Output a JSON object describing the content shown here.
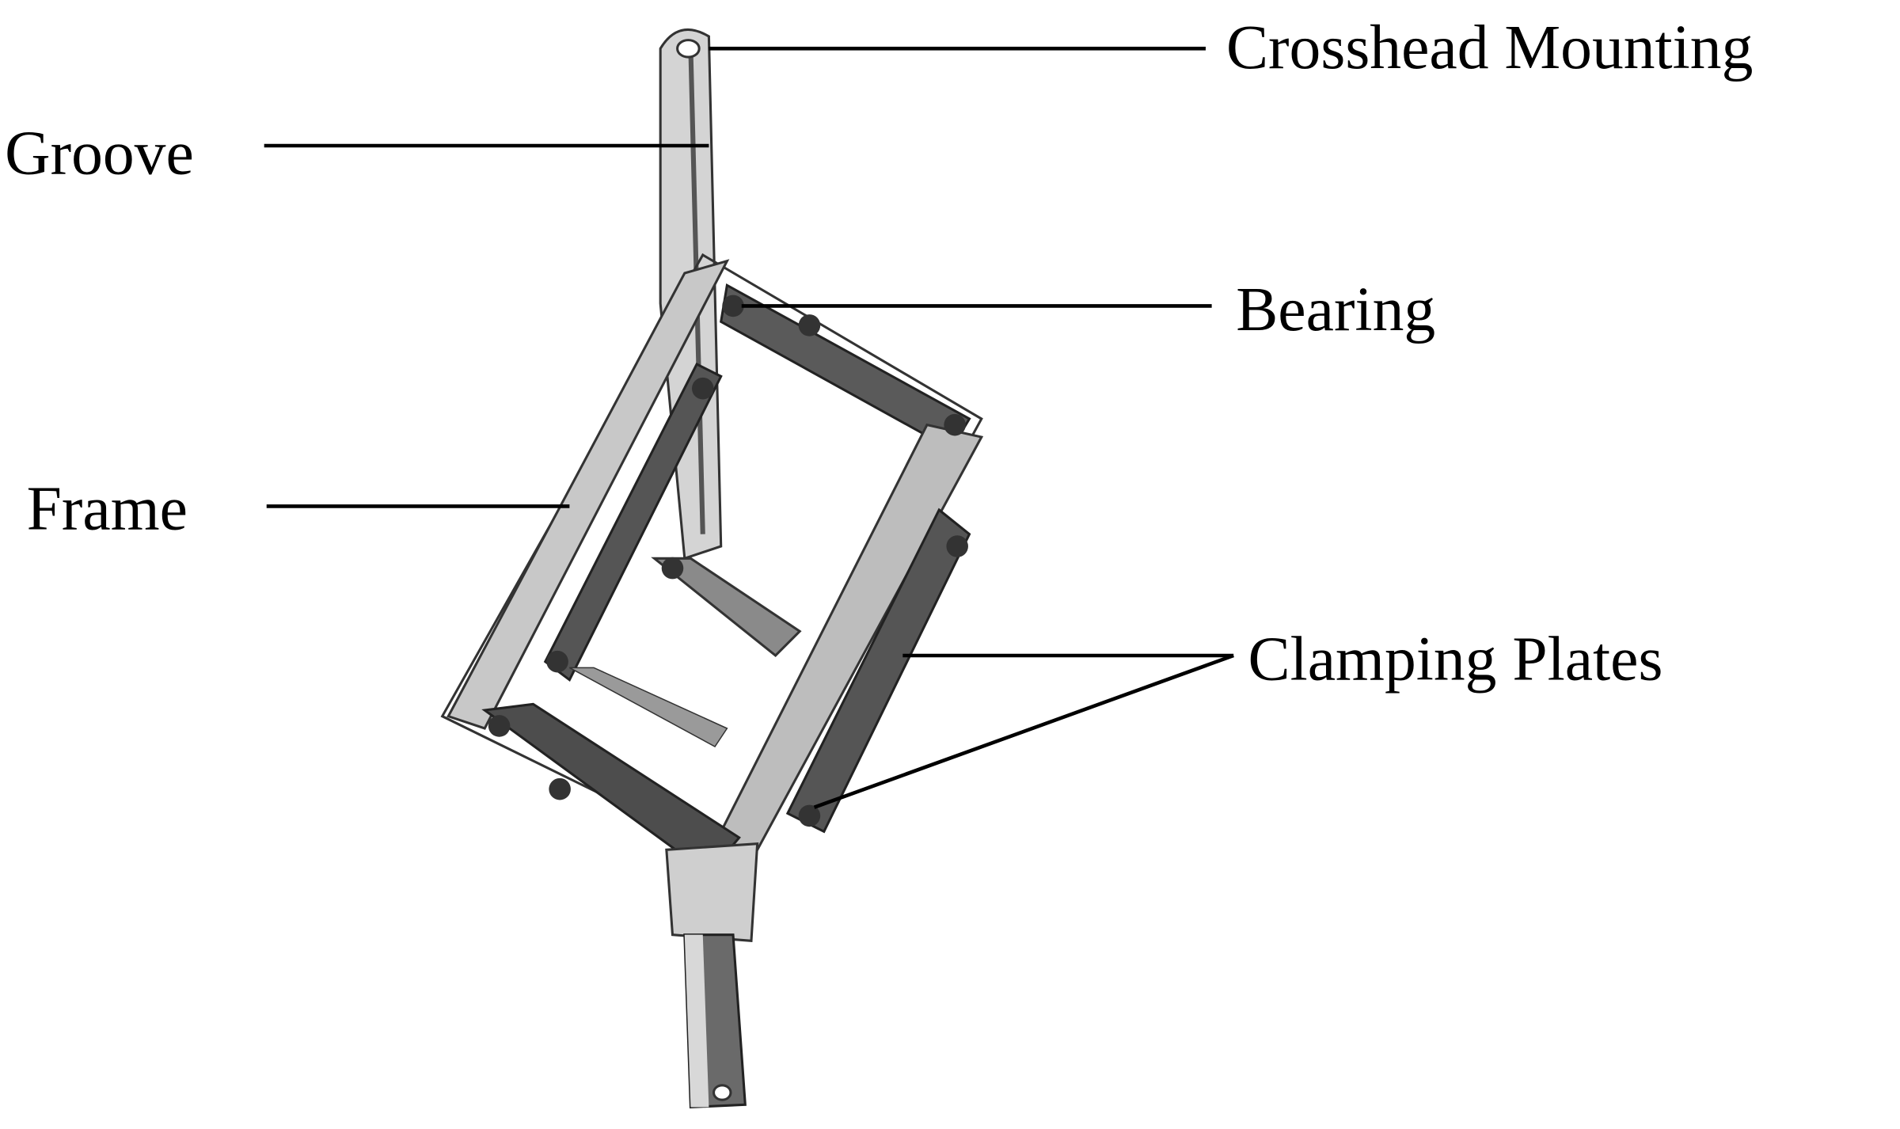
{
  "labels": {
    "crosshead": "Crosshead Mounting",
    "groove": "Groove",
    "bearing": "Bearing",
    "frame": "Frame",
    "clamping": "Clamping Plates"
  }
}
